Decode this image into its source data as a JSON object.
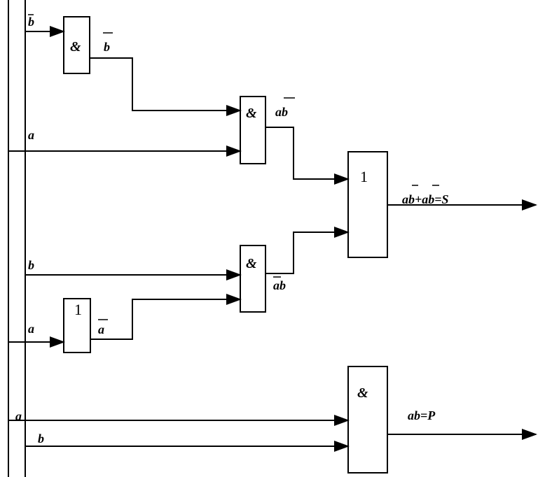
{
  "inputs": {
    "b_top": "b",
    "a_mid": "a",
    "b_mid": "b",
    "a_low": "a",
    "a_bot": "a",
    "b_bot": "b"
  },
  "gates": {
    "not_b": "&",
    "and_a_notb": "&",
    "or_sum": "1",
    "and_nota_b": "&",
    "not_a": "1",
    "and_carry": "&"
  },
  "signals": {
    "not_b": "b",
    "a_notb": "ab",
    "not_a": "a",
    "nota_b": "ab"
  },
  "outputs": {
    "sum": "ab+ab=S",
    "carry": "ab=P"
  }
}
